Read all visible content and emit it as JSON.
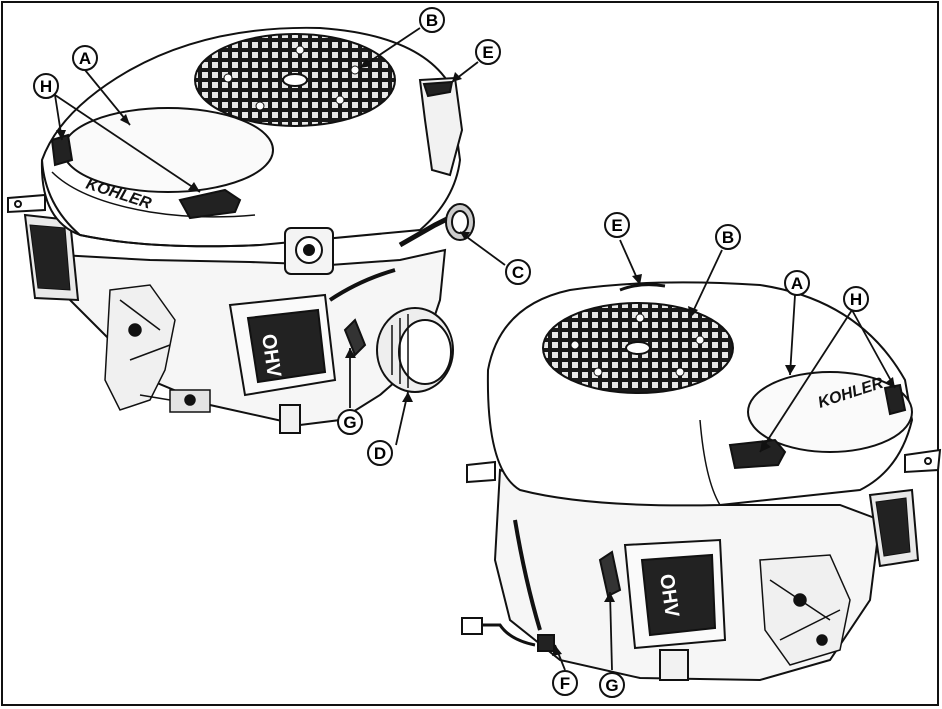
{
  "brand": "KOHLER",
  "valve_cover": "OHV",
  "callouts": {
    "left_A": "A",
    "left_B": "B",
    "left_C": "C",
    "left_D": "D",
    "left_E": "E",
    "left_G": "G",
    "left_H": "H",
    "right_A": "A",
    "right_B": "B",
    "right_E": "E",
    "right_F": "F",
    "right_G": "G",
    "right_H": "H"
  }
}
